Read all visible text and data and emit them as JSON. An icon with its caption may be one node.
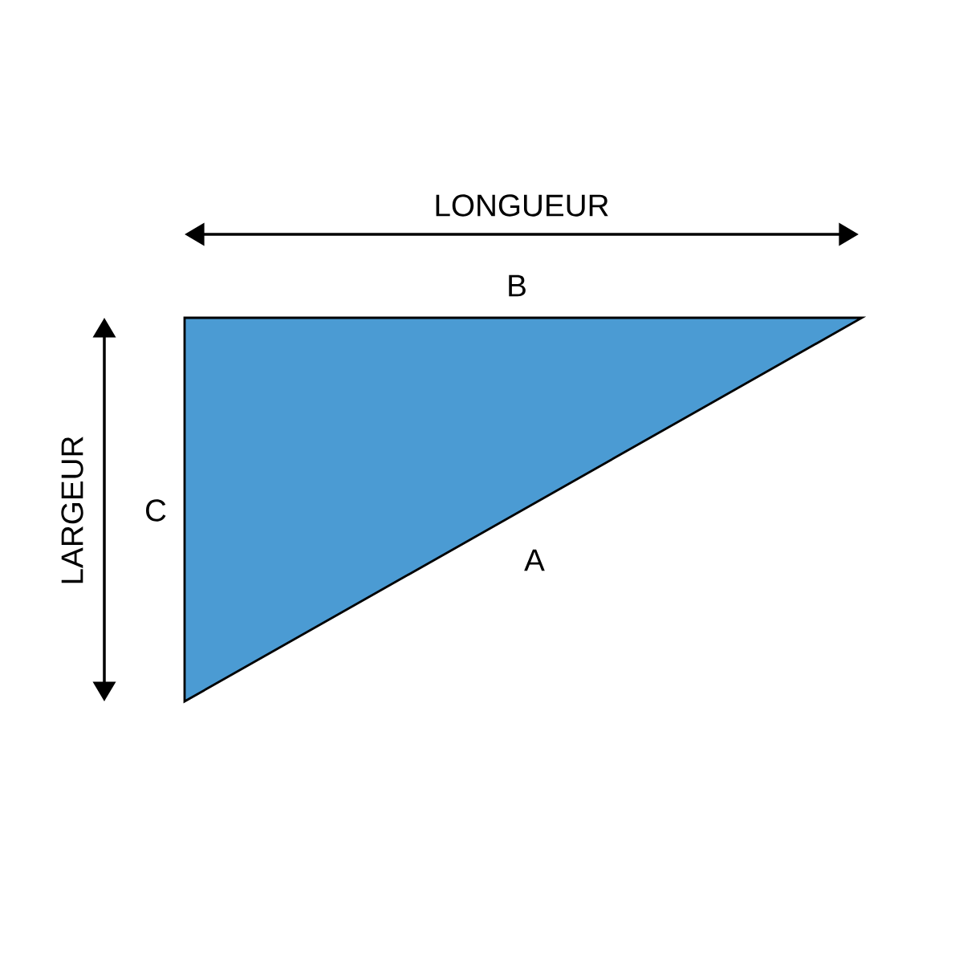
{
  "diagram": {
    "labels": [
      "LONGUEUR",
      "B",
      "LARGEUR",
      "C",
      "A"
    ]
  }
}
